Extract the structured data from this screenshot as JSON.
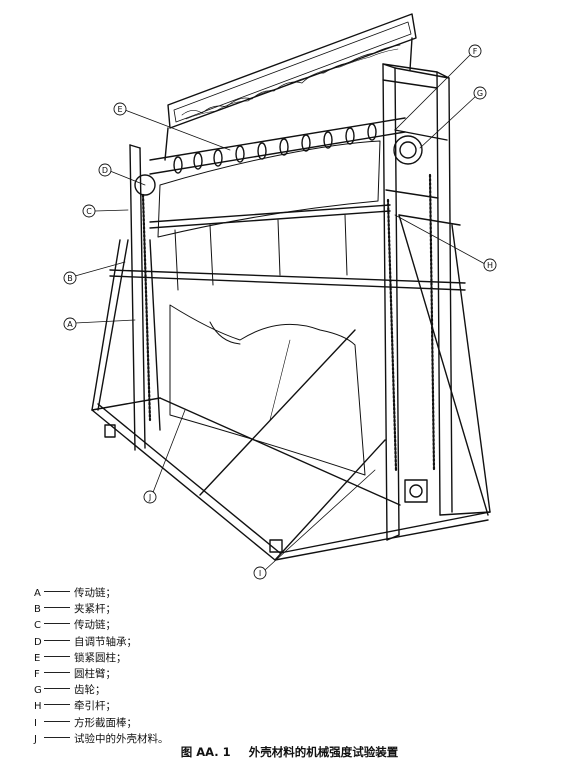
{
  "legend": [
    {
      "key": "A",
      "text": "传动链；"
    },
    {
      "key": "B",
      "text": "夹紧杆；"
    },
    {
      "key": "C",
      "text": "传动链；"
    },
    {
      "key": "D",
      "text": "自调节轴承；"
    },
    {
      "key": "E",
      "text": "锁紧圆柱；"
    },
    {
      "key": "F",
      "text": "圆柱臂；"
    },
    {
      "key": "G",
      "text": "齿轮；"
    },
    {
      "key": "H",
      "text": "牵引杆；"
    },
    {
      "key": "I",
      "text": "方形截面棒；"
    },
    {
      "key": "J",
      "text": "试验中的外壳材料。"
    }
  ],
  "caption": {
    "prefix": "图 AA. 1",
    "title": "外壳材料的机械强度试验装置"
  },
  "callouts": {
    "A": "A",
    "B": "B",
    "C": "C",
    "D": "D",
    "E": "E",
    "F": "F",
    "G": "G",
    "H": "H",
    "I": "I",
    "J": "J"
  }
}
